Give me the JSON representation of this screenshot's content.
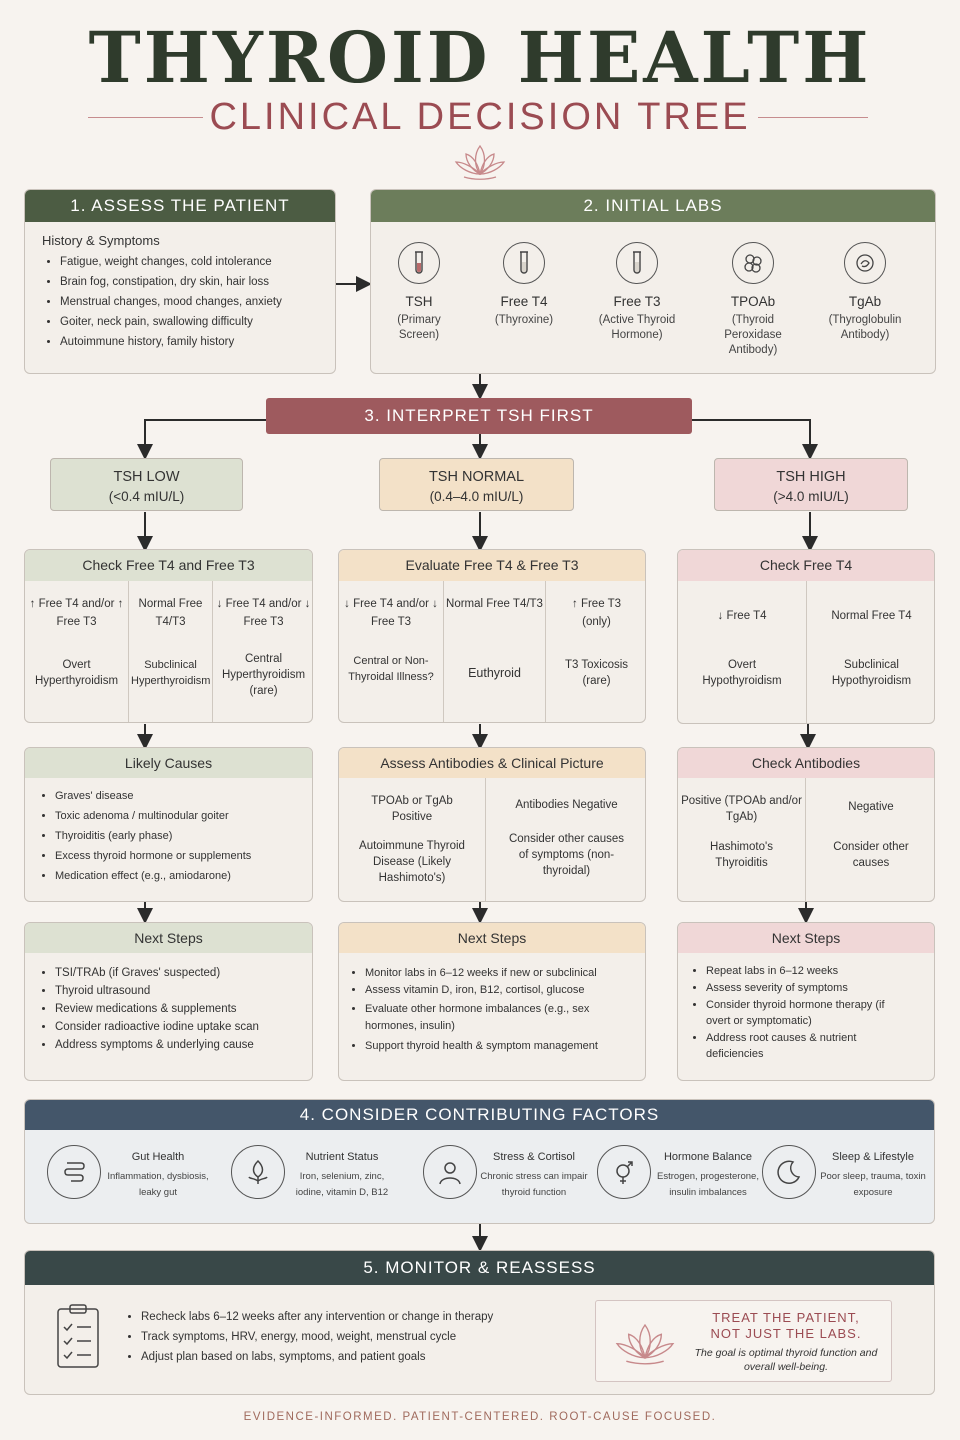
{
  "header": {
    "title": "THYROID HEALTH",
    "subtitle": "CLINICAL DECISION TREE"
  },
  "assess": {
    "title": "1. ASSESS THE PATIENT",
    "subtitle": "History & Symptoms",
    "items": [
      "Fatigue, weight changes, cold intolerance",
      "Brain fog, constipation, dry skin, hair loss",
      "Menstrual changes, mood changes, anxiety",
      "Goiter, neck pain, swallowing difficulty",
      "Autoimmune history, family history"
    ]
  },
  "labs": {
    "title": "2. INITIAL LABS",
    "items": [
      {
        "name": "TSH",
        "sub": "(Primary Screen)",
        "icon": "test-tube-icon"
      },
      {
        "name": "Free T4",
        "sub": "(Thyroxine)",
        "icon": "test-tube-icon"
      },
      {
        "name": "Free T3",
        "sub": "(Active Thyroid Hormone)",
        "icon": "test-tube-icon"
      },
      {
        "name": "TPOAb",
        "sub": "(Thyroid Peroxidase Antibody)",
        "icon": "cells-icon"
      },
      {
        "name": "TgAb",
        "sub": "(Thyroglobulin Antibody)",
        "icon": "antibody-icon"
      }
    ]
  },
  "interpret": {
    "title": "3. INTERPRET TSH FIRST"
  },
  "tsh": {
    "low": {
      "label": "TSH LOW",
      "range": "(<0.4 mIU/L)"
    },
    "normal": {
      "label": "TSH NORMAL",
      "range": "(0.4–4.0 mIU/L)"
    },
    "high": {
      "label": "TSH HIGH",
      "range": "(>4.0 mIU/L)"
    }
  },
  "low_branch": {
    "check_title": "Check Free T4 and Free T3",
    "check_cells": [
      {
        "a": "↑ Free T4 and/or ↑ Free T3",
        "b": "Overt Hyperthyroidism"
      },
      {
        "a": "Normal Free T4/T3",
        "b": "Subclinical Hyperthyroidism"
      },
      {
        "a": "↓ Free T4 and/or ↓ Free T3",
        "b": "Central Hyperthyroidism (rare)"
      }
    ],
    "causes_title": "Likely Causes",
    "causes": [
      "Graves' disease",
      "Toxic adenoma / multinodular goiter",
      "Thyroiditis (early phase)",
      "Excess thyroid hormone or supplements",
      "Medication effect (e.g., amiodarone)"
    ],
    "steps_title": "Next Steps",
    "steps": [
      "TSI/TRAb (if Graves' suspected)",
      "Thyroid ultrasound",
      "Review medications & supplements",
      "Consider radioactive iodine uptake scan",
      "Address symptoms & underlying cause"
    ]
  },
  "normal_branch": {
    "check_title": "Evaluate Free T4 & Free T3",
    "check_cells": [
      {
        "a": "↓ Free T4 and/or ↓ Free T3",
        "b": "Central or Non-Thyroidal Illness?"
      },
      {
        "a": "Normal Free T4/T3",
        "b": "Euthyroid"
      },
      {
        "a": "↑ Free T3 (only)",
        "b": "T3 Toxicosis (rare)"
      }
    ],
    "antibody_title": "Assess Antibodies & Clinical Picture",
    "antibody_cells": [
      {
        "a": "TPOAb or TgAb Positive",
        "b": "Autoimmune Thyroid Disease (Likely Hashimoto's)"
      },
      {
        "a": "Antibodies Negative",
        "b": "Consider other causes of symptoms (non-thyroidal)"
      }
    ],
    "steps_title": "Next Steps",
    "steps": [
      "Monitor labs in 6–12 weeks if new or subclinical",
      "Assess vitamin D, iron, B12, cortisol, glucose",
      "Evaluate other hormone imbalances (e.g., sex hormones, insulin)",
      "Support thyroid health & symptom management"
    ]
  },
  "high_branch": {
    "check_title": "Check Free T4",
    "check_cells": [
      {
        "a": "↓ Free T4",
        "b": "Overt Hypothyroidism"
      },
      {
        "a": "Normal Free T4",
        "b": "Subclinical Hypothyroidism"
      }
    ],
    "antibody_title": "Check Antibodies",
    "antibody_cells": [
      {
        "a": "Positive (TPOAb and/or TgAb)",
        "b": "Hashimoto's Thyroiditis"
      },
      {
        "a": "Negative",
        "b": "Consider other causes"
      }
    ],
    "steps_title": "Next Steps",
    "steps": [
      "Repeat labs in 6–12 weeks",
      "Assess severity of symptoms",
      "Consider thyroid hormone therapy (if overt or symptomatic)",
      "Address root causes & nutrient deficiencies"
    ]
  },
  "factors": {
    "title": "4. CONSIDER CONTRIBUTING FACTORS",
    "items": [
      {
        "title": "Gut Health",
        "desc": "Inflammation, dysbiosis, leaky gut",
        "icon": "intestine-icon"
      },
      {
        "title": "Nutrient Status",
        "desc": "Iron, selenium, zinc, iodine, vitamin D, B12",
        "icon": "leaf-icon"
      },
      {
        "title": "Stress & Cortisol",
        "desc": "Chronic stress can impair thyroid function",
        "icon": "person-icon"
      },
      {
        "title": "Hormone Balance",
        "desc": "Estrogen, progesterone, insulin imbalances",
        "icon": "gender-icon"
      },
      {
        "title": "Sleep & Lifestyle",
        "desc": "Poor sleep, trauma, toxin exposure",
        "icon": "moon-icon"
      }
    ]
  },
  "monitor": {
    "title": "5. MONITOR & REASSESS",
    "items": [
      "Recheck labs 6–12 weeks after any intervention or change in therapy",
      "Track symptoms, HRV, energy, mood, weight, menstrual cycle",
      "Adjust plan based on labs, symptoms, and patient goals"
    ],
    "callout_title": "TREAT THE PATIENT, NOT JUST THE LABS.",
    "callout_text": "The goal is optimal thyroid function and overall well-being."
  },
  "footer": "EVIDENCE-INFORMED. PATIENT-CENTERED. ROOT-CAUSE FOCUSED.",
  "colors": {
    "dark_green": "#4c5c43",
    "rose": "#9e5a5e",
    "navy": "#44566a",
    "low_tint": "#dde1d2",
    "normal_tint": "#f3e1c8",
    "high_tint": "#f0d7d7"
  }
}
